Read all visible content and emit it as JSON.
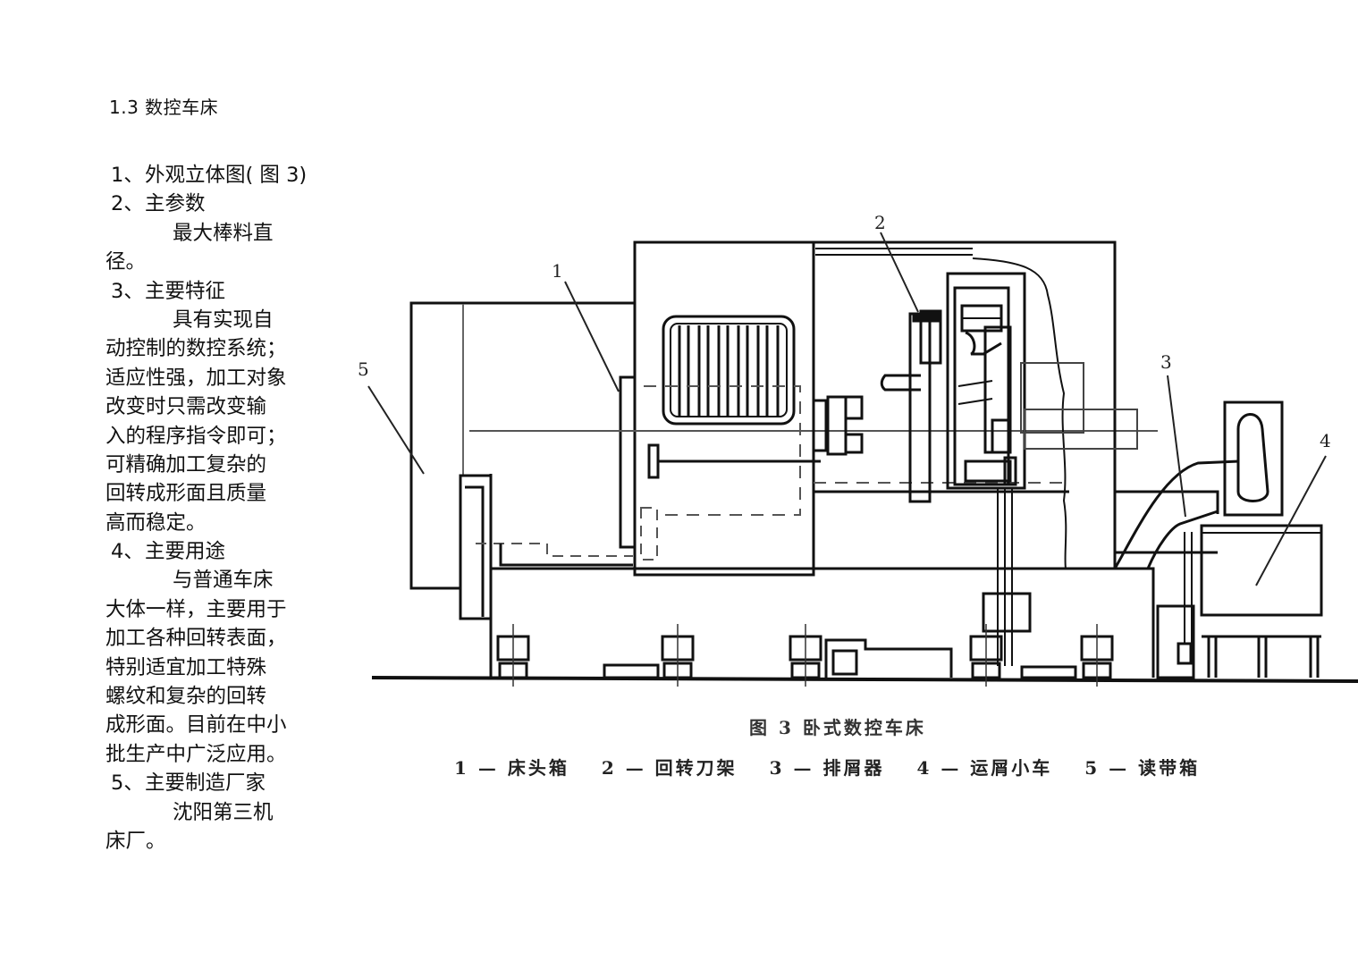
{
  "section": {
    "title": "1.3 数控车床"
  },
  "body": {
    "lines": [
      {
        "type": "item",
        "num": "1、",
        "text": "外观立体图( 图 3)"
      },
      {
        "type": "item",
        "num": "2、",
        "text": "主参数"
      },
      {
        "type": "indent",
        "text": "最大棒料直"
      },
      {
        "type": "plain",
        "text": "径。"
      },
      {
        "type": "item",
        "num": "3、",
        "text": "主要特征"
      },
      {
        "type": "indent",
        "text": "具有实现自"
      },
      {
        "type": "plain",
        "text": "动控制的数控系统；"
      },
      {
        "type": "plain",
        "text": "适应性强，加工对象"
      },
      {
        "type": "plain",
        "text": "改变时只需改变输"
      },
      {
        "type": "plain",
        "text": "入的程序指令即可；"
      },
      {
        "type": "plain",
        "text": "可精确加工复杂的"
      },
      {
        "type": "plain",
        "text": "回转成形面且质量"
      },
      {
        "type": "plain",
        "text": "高而稳定。"
      },
      {
        "type": "item",
        "num": "4、",
        "text": "主要用途"
      },
      {
        "type": "indent",
        "text": "与普通车床"
      },
      {
        "type": "plain",
        "text": "大体一样，主要用于"
      },
      {
        "type": "plain",
        "text": "加工各种回转表面，"
      },
      {
        "type": "plain",
        "text": "特别适宜加工特殊"
      },
      {
        "type": "plain",
        "text": "螺纹和复杂的回转"
      },
      {
        "type": "plain",
        "text": "成形面。目前在中小"
      },
      {
        "type": "plain",
        "text": "批生产中广泛应用。"
      },
      {
        "type": "item",
        "num": "5、",
        "text": "主要制造厂家"
      },
      {
        "type": "indent",
        "text": "沈阳第三机"
      },
      {
        "type": "plain",
        "text": "床厂。"
      }
    ]
  },
  "figure": {
    "caption": "图 3  卧式数控车床",
    "callouts": [
      "1",
      "2",
      "3",
      "4",
      "5"
    ],
    "legend": [
      "1 — 床头箱",
      "2 — 回转刀架",
      "3 — 排屑器",
      "4 — 运屑小车",
      "5 — 读带箱"
    ]
  }
}
